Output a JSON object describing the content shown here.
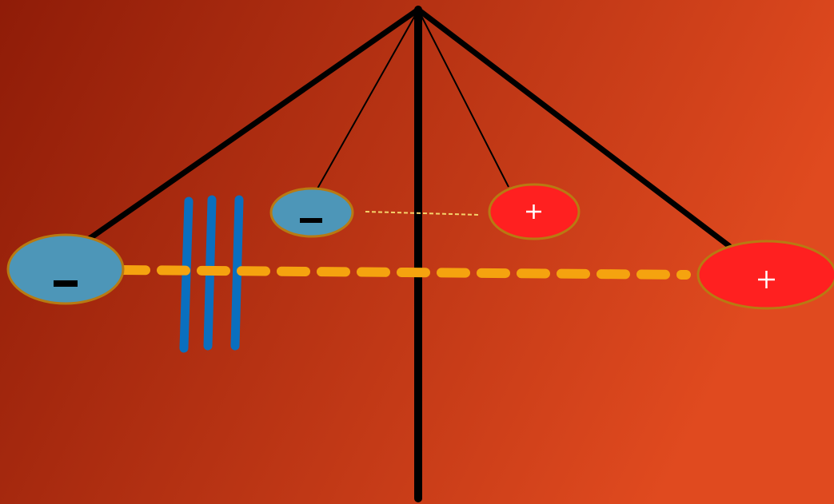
{
  "colors": {
    "background_left": "#8f1c08",
    "background_right": "#e04a1f",
    "structure": "#000000",
    "negative_fill": "#4d96b8",
    "positive_fill": "#ff2020",
    "charge_outline": "#b87a12",
    "field_line": "#f5a30f",
    "spring_bars": "#0a6fbf",
    "negative_sign": "#000000",
    "positive_sign": "#ffffff"
  },
  "charges": {
    "large_negative": {
      "sign": "−",
      "polarity": "negative"
    },
    "small_negative": {
      "sign": "−",
      "polarity": "negative"
    },
    "small_positive": {
      "sign": "+",
      "polarity": "positive"
    },
    "large_positive": {
      "sign": "+",
      "polarity": "positive"
    }
  },
  "icons": {
    "spring_bars": "three-parallel-bars-icon"
  }
}
